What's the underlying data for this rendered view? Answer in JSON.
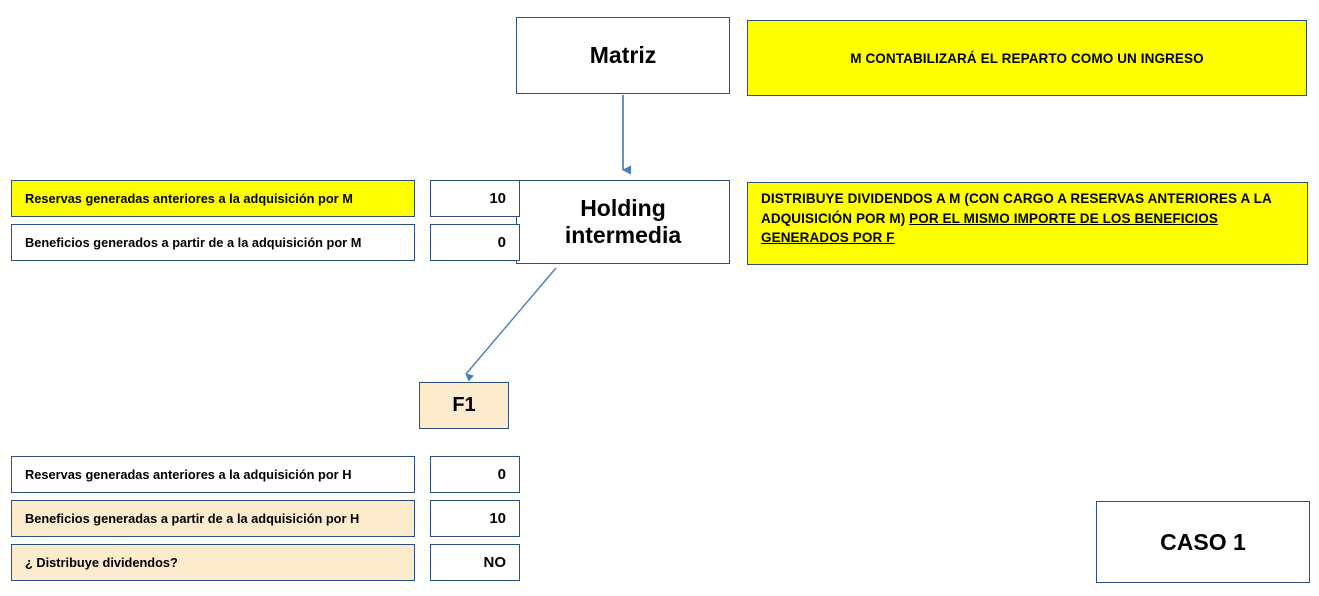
{
  "diagram": {
    "title_case": "CASO 1",
    "colors": {
      "border": "#2b4f81",
      "highlight_yellow": "#ffff00",
      "highlight_cream": "#fdebcd",
      "arrow": "#4a7ebb",
      "text": "#000000",
      "background": "#ffffff"
    },
    "entities": {
      "matriz": "Matriz",
      "holding_line1": "Holding",
      "holding_line2": "intermedia",
      "f1": "F1",
      "caso": "CASO 1"
    },
    "notes": {
      "top": "M CONTABILIZARÁ EL REPARTO COMO UN INGRESO",
      "mid_plain": "DISTRIBUYE DIVIDENDOS A M  (CON CARGO A RESERVAS ANTERIORES A LA ADQUISICIÓN POR M) ",
      "mid_underlined": "POR EL MISMO IMPORTE DE LOS BENEFICIOS GENERADOS POR F"
    },
    "table_top": {
      "rows": [
        {
          "label": "Reservas generadas anteriores a la adquisición por M",
          "value": "10",
          "highlight": "yellow"
        },
        {
          "label": "Beneficios generados a partir de a la adquisición por M",
          "value": "0",
          "highlight": "none"
        }
      ]
    },
    "table_bottom": {
      "rows": [
        {
          "label": "Reservas generadas anteriores a la adquisición por H",
          "value": "0",
          "highlight": "none"
        },
        {
          "label": "Beneficios generadas a partir de a la adquisición por H",
          "value": "10",
          "highlight": "cream"
        },
        {
          "label": "¿ Distribuye dividendos?",
          "value": "NO",
          "highlight": "cream"
        }
      ]
    },
    "connectors": [
      {
        "name": "matriz-to-holding",
        "kind": "vertical-arrow"
      },
      {
        "name": "holding-to-f1",
        "kind": "diagonal-arrow"
      }
    ]
  }
}
